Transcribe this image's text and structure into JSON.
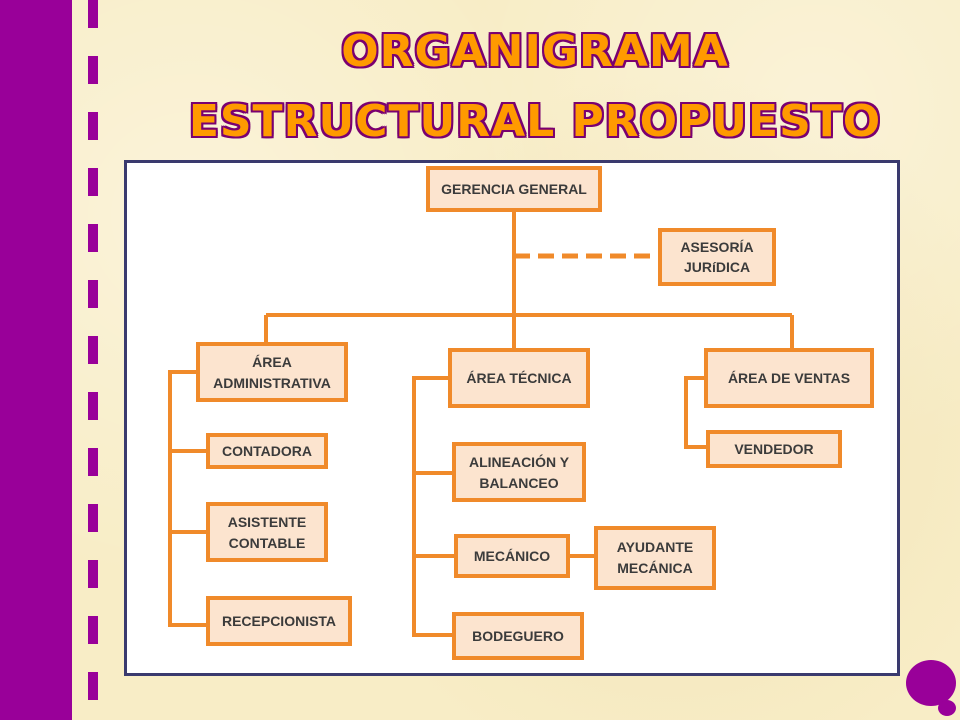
{
  "slide": {
    "title_line1": "ORGANIGRAMA",
    "title_line2": "ESTRUCTURAL PROPUESTO"
  },
  "org_chart": {
    "gerencia": "GERENCIA GENERAL",
    "asesoria": [
      "ASESORÍA",
      "JURíDICA"
    ],
    "area_admin": [
      "ÁREA",
      "ADMINISTRATIVA"
    ],
    "contadora": "CONTADORA",
    "asistente": [
      "ASISTENTE",
      "CONTABLE"
    ],
    "recepcionista": "RECEPCIONISTA",
    "area_tecnica": "ÁREA TÉCNICA",
    "alineacion": [
      "ALINEACIÓN Y",
      "BALANCEO"
    ],
    "mecanico": "MECÁNICO",
    "ayudante": [
      "AYUDANTE",
      "MECÁNICA"
    ],
    "bodeguero": "BODEGUERO",
    "area_ventas": "ÁREA DE VENTAS",
    "vendedor": "VENDEDOR"
  },
  "colors": {
    "accent_purple": "#990099",
    "box_border": "#f08a2a",
    "box_fill": "#fce4cf",
    "background": "#f8edc6"
  }
}
